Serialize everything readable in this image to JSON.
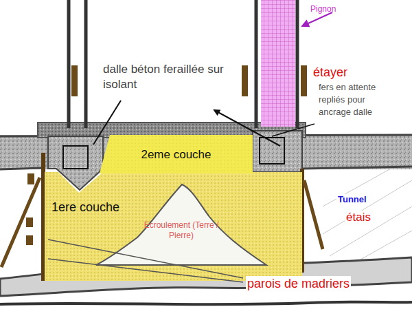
{
  "diagram": {
    "nodes": [
      {
        "text": [
          "1ere couche"
        ]
      },
      {
        "text": [
          "2eme couche"
        ]
      },
      {
        "text": [
          "Ecroulement (Terre / Pierre)"
        ],
        "in": 0
      }
    ],
    "labels": [
      "dalle béton feraillée sur isolant",
      "Pignon",
      "étayer",
      "fers en attente repliés pour ancrage dalle",
      "Tunnel",
      "étais",
      "parois de madriers"
    ]
  }
}
